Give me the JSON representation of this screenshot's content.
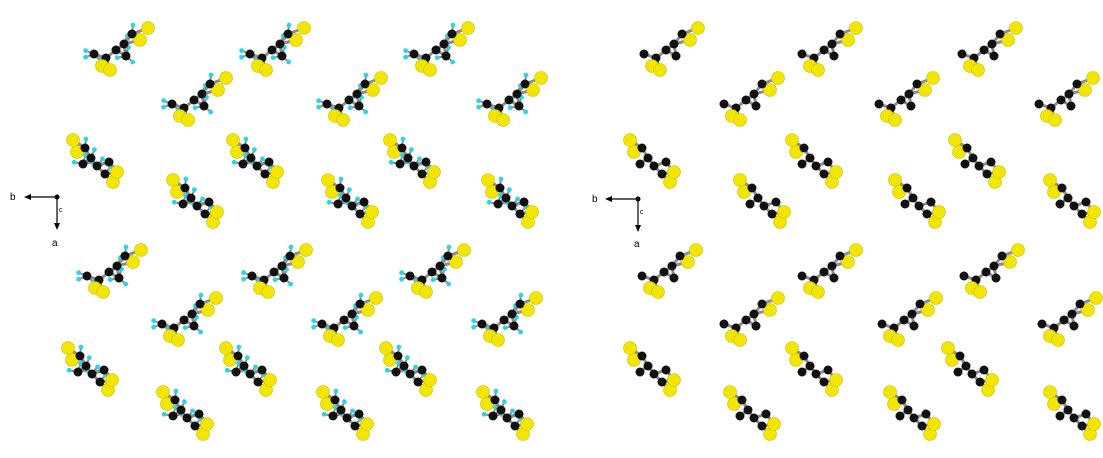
{
  "panels": [
    {
      "id": "with-hydrogens",
      "axes": {
        "horizontal_label": "b",
        "vertical_label": "a",
        "view_axis_label": "c"
      },
      "show_hydrogens": true
    },
    {
      "id": "without-hydrogens",
      "axes": {
        "horizontal_label": "b",
        "vertical_label": "a",
        "view_axis_label": "c"
      },
      "show_hydrogens": false
    }
  ],
  "colors": {
    "sulfur": "#f2e600",
    "carbon": "#111111",
    "bond": "#8c8c8c",
    "hydrogen": "#2ed3e6",
    "axis": "#000000"
  }
}
